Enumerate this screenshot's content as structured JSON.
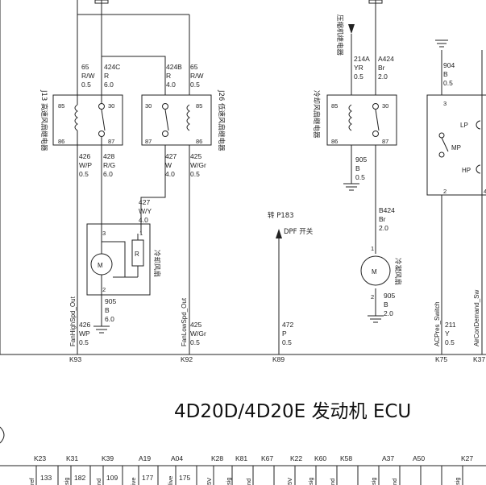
{
  "title": "4D20D/4D20E 发动机 ECU",
  "relays": {
    "j13": {
      "label": "J13 高速风扇继电器",
      "pins": [
        "85",
        "30",
        "86",
        "87"
      ]
    },
    "j26": {
      "label": "J26 低速风扇继电器",
      "pins": [
        "30",
        "85",
        "87",
        "86"
      ]
    },
    "cooling": {
      "label": "冷却风扇继电器",
      "pins": [
        "85",
        "30",
        "86",
        "87"
      ]
    }
  },
  "wires": {
    "w65a": [
      "65",
      "R/W",
      "0.5"
    ],
    "w424c": [
      "424C",
      "R",
      "6.0"
    ],
    "w424b": [
      "424B",
      "R",
      "4.0"
    ],
    "w65b": [
      "65",
      "R/W",
      "0.5"
    ],
    "w426a": [
      "426",
      "W/P",
      "0.5"
    ],
    "w428": [
      "428",
      "R/G",
      "6.0"
    ],
    "w427": [
      "427",
      "W",
      "4.0"
    ],
    "w425a": [
      "425",
      "W/Gr",
      "0.5"
    ],
    "w427b": [
      "427",
      "W/Y",
      "4.0"
    ],
    "w905a": [
      "905",
      "B",
      "6.0"
    ],
    "w426b": [
      "426",
      "WP",
      "0.5"
    ],
    "w425b": [
      "425",
      "W/Gr",
      "0.5"
    ],
    "w472": [
      "472",
      "P",
      "0.5"
    ],
    "w214a": [
      "214A",
      "YR",
      "0.5"
    ],
    "wa424": [
      "A424",
      "Br",
      "2.0"
    ],
    "w905b": [
      "905",
      "B",
      "0.5"
    ],
    "wb424": [
      "B424",
      "Br",
      "2.0"
    ],
    "w905c": [
      "905",
      "B",
      "2.0"
    ],
    "w904": [
      "904",
      "B",
      "0.5"
    ],
    "w211": [
      "211",
      "Y",
      "0.5"
    ]
  },
  "labels": {
    "compressor_relay": "压缩机继电器",
    "cooling_fan": "冷却风扇",
    "condenser_fan": "冷凝风扇",
    "to_p183": "转 P183",
    "dpf_switch": "DPF 开关",
    "motor": "M",
    "resistor": "R",
    "lp": "LP",
    "mp": "MP",
    "hp": "HP",
    "fan_high": "FanHighSpd_Out",
    "fan_low": "FanLowSpd_Out",
    "acpres": "ACPres_Switch",
    "aircon": "AirConDemand_Sw",
    "pin_1": "1",
    "pin_2": "2",
    "pin_3": "3",
    "pin_4": "4"
  },
  "ecu_pins": [
    "K93",
    "K92",
    "K89",
    "K75",
    "K37"
  ],
  "connector": {
    "labels": [
      "K23",
      "K31",
      "K39",
      "A19",
      "A04",
      "K28",
      "K81",
      "K67",
      "K22",
      "K60",
      "K58",
      "A37",
      "A50",
      "K27"
    ],
    "wire_numbers": [
      "133",
      "182",
      "109",
      "177",
      "175"
    ],
    "cut_text": [
      "ref",
      "sig",
      "nd",
      "ive",
      "live",
      "5V",
      "sig",
      "nd",
      "5V",
      "sig",
      "nd",
      "sig",
      "nd",
      "sig"
    ]
  }
}
